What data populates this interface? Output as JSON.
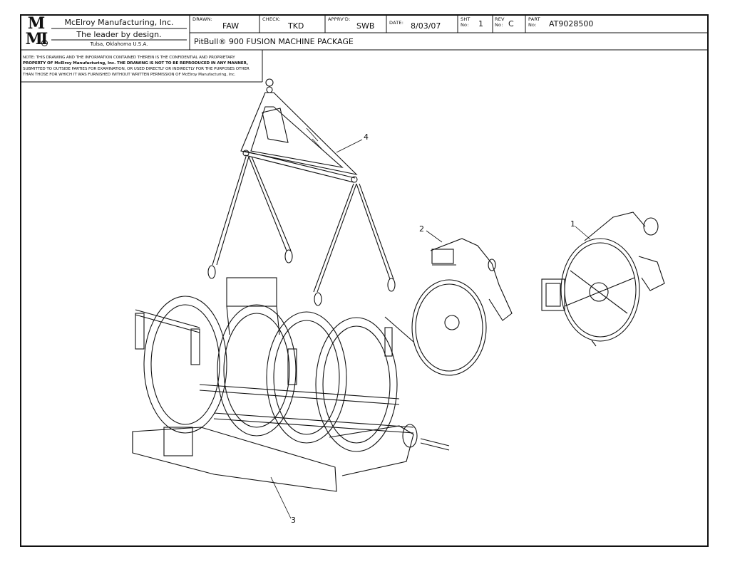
{
  "company": {
    "logo_text_top": "M",
    "logo_text_bottom": "MI",
    "name": "McElroy Manufacturing, Inc.",
    "tagline": "The leader by design.",
    "location": "Tulsa, Oklahoma U.S.A."
  },
  "title_block": {
    "drawn_label": "DRAWN:",
    "drawn_value": "FAW",
    "check_label": "CHECK:",
    "check_value": "TKD",
    "apprvd_label": "APPRV'D:",
    "apprvd_value": "SWB",
    "date_label": "DATE:",
    "date_value": "8/03/07",
    "sht_label_1": "SHT",
    "sht_label_2": "No:",
    "sht_value": "1",
    "rev_label_1": "REV",
    "rev_label_2": "No:",
    "rev_value": "C",
    "part_label_1": "PART",
    "part_label_2": "No:",
    "part_value": "AT9028500",
    "drawing_title": "PitBull® 900 FUSION MACHINE PACKAGE"
  },
  "note": {
    "line1": "NOTE: THIS DRAWING AND THE INFORMATION CONTAINED THEREIN IS THE CONFIDENTIAL AND PROPRIETARY",
    "line2": "PROPERTY OF McElroy Manufacturing, Inc. THE DRAWING IS NOT TO BE REPRODUCED IN ANY MANNER,",
    "line3": "SUBMITTED TO OUTSIDE PARTIES FOR EXAMINATION, OR USED DIRECTLY OR INDIRECTLY FOR THE PURPOSES OTHER",
    "line4": "THAN THOSE FOR WHICH IT WAS FURNISHED WITHOUT WRITTEN PERMISSION OF McElroy Manufacturing, Inc."
  },
  "callouts": {
    "item1": "1",
    "item2": "2",
    "item3": "3",
    "item4": "4"
  },
  "colors": {
    "line": "#111111",
    "paper": "#ffffff"
  }
}
